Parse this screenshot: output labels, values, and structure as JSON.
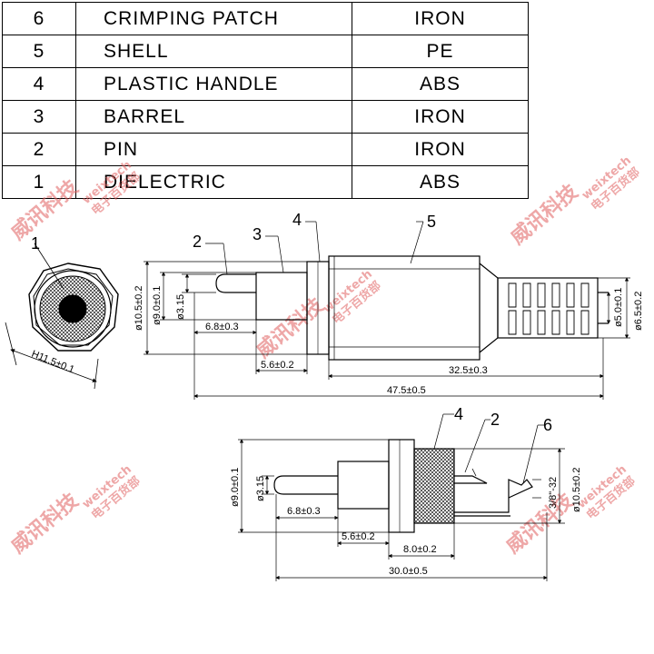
{
  "parts_table": [
    {
      "no": "6",
      "name": "CRIMPING PATCH",
      "material": "IRON"
    },
    {
      "no": "5",
      "name": "SHELL",
      "material": "PE"
    },
    {
      "no": "4",
      "name": "PLASTIC HANDLE",
      "material": "ABS"
    },
    {
      "no": "3",
      "name": "BARREL",
      "material": "IRON"
    },
    {
      "no": "2",
      "name": "PIN",
      "material": "IRON"
    },
    {
      "no": "1",
      "name": "DIELECTRIC",
      "material": "ABS"
    }
  ],
  "callouts": {
    "one": "1",
    "two": "2",
    "three": "3",
    "four": "4",
    "five": "5",
    "six": "6"
  },
  "dimensions": {
    "hex": "H11.5±0.1",
    "d10_5": "ø10.5±0.2",
    "d9_0": "ø9.0±0.1",
    "d3_15": "ø3.15",
    "l6_8": "6.8±0.3",
    "l5_6": "5.6±0.2",
    "l32_5": "32.5±0.3",
    "l47_5": "47.5±0.5",
    "d5_0": "ø5.0±0.1",
    "d6_5": "ø6.5±0.2",
    "l8_0": "8.0±0.2",
    "l30_0": "30.0±0.5",
    "thread": "3/8\"-32"
  },
  "watermark": {
    "chinese": "威讯科技",
    "latin": "weixtech",
    "sub": "电子百货部"
  },
  "colors": {
    "line": "#000000",
    "watermark": "#e06060"
  }
}
